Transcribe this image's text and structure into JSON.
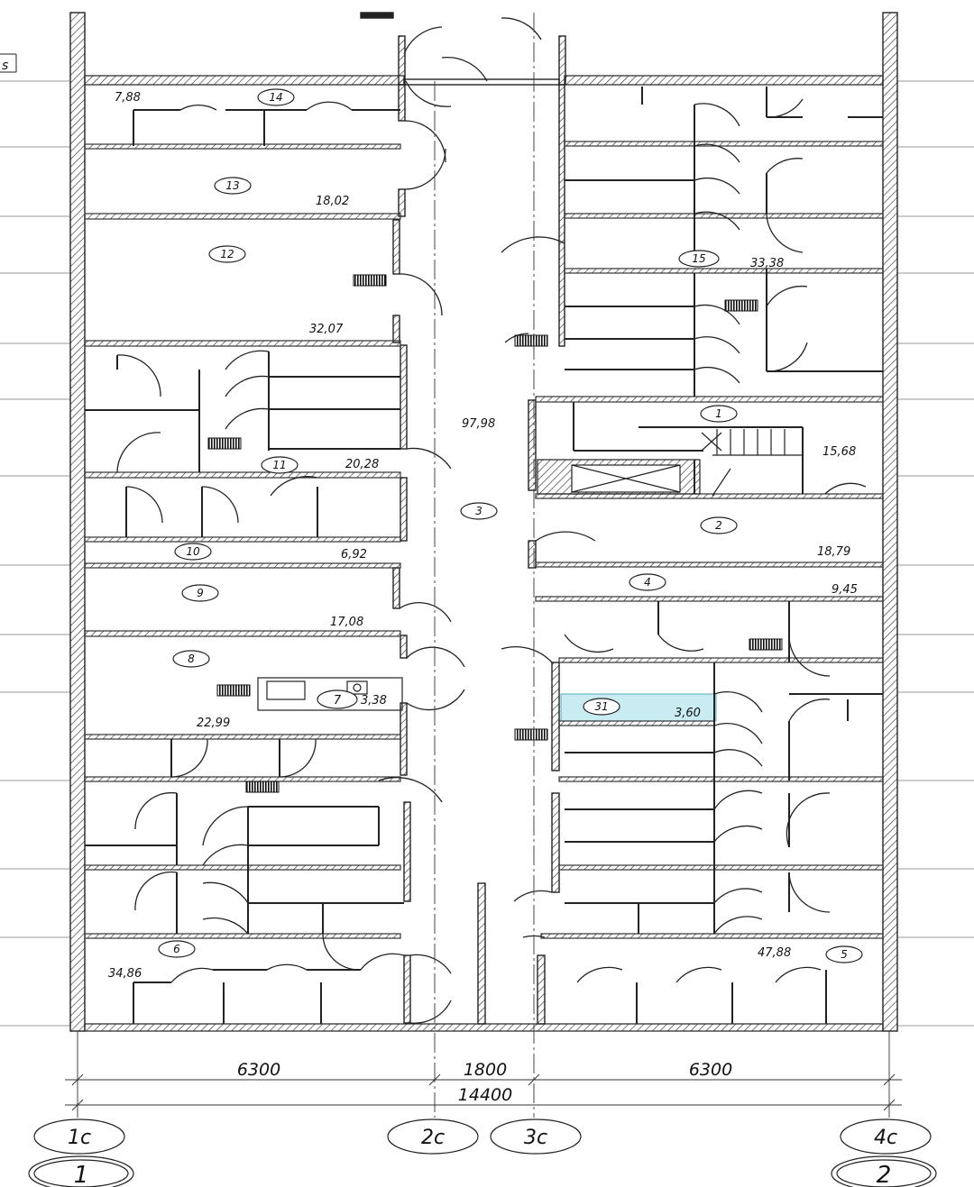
{
  "plan": {
    "highlight_color": "#c9ecf3",
    "wall_color": "#222222",
    "corner_tag": "s",
    "rooms": [
      {
        "num": "1",
        "area": "15,68"
      },
      {
        "num": "2",
        "area": "18,79"
      },
      {
        "num": "3",
        "area": "97,98"
      },
      {
        "num": "4",
        "area": "9,45"
      },
      {
        "num": "5",
        "area": "47,88"
      },
      {
        "num": "6",
        "area": "34,86"
      },
      {
        "num": "7",
        "area": "3,38"
      },
      {
        "num": "8",
        "area": "22,99"
      },
      {
        "num": "9",
        "area": "17,08"
      },
      {
        "num": "10",
        "area": "6,92"
      },
      {
        "num": "11",
        "area": "20,28"
      },
      {
        "num": "12",
        "area": "32,07"
      },
      {
        "num": "13",
        "area": "18,02"
      },
      {
        "num": "14",
        "area": "7,88"
      },
      {
        "num": "15",
        "area": "33,38"
      },
      {
        "num": "31",
        "area": "3,60"
      }
    ],
    "dimensions": {
      "seg1": "6300",
      "seg2": "1800",
      "seg3": "6300",
      "total": "14400"
    },
    "axes": {
      "a1": "1с",
      "a2": "2с",
      "a3": "3с",
      "a4": "4с",
      "b1": "1",
      "b2": "2"
    }
  }
}
